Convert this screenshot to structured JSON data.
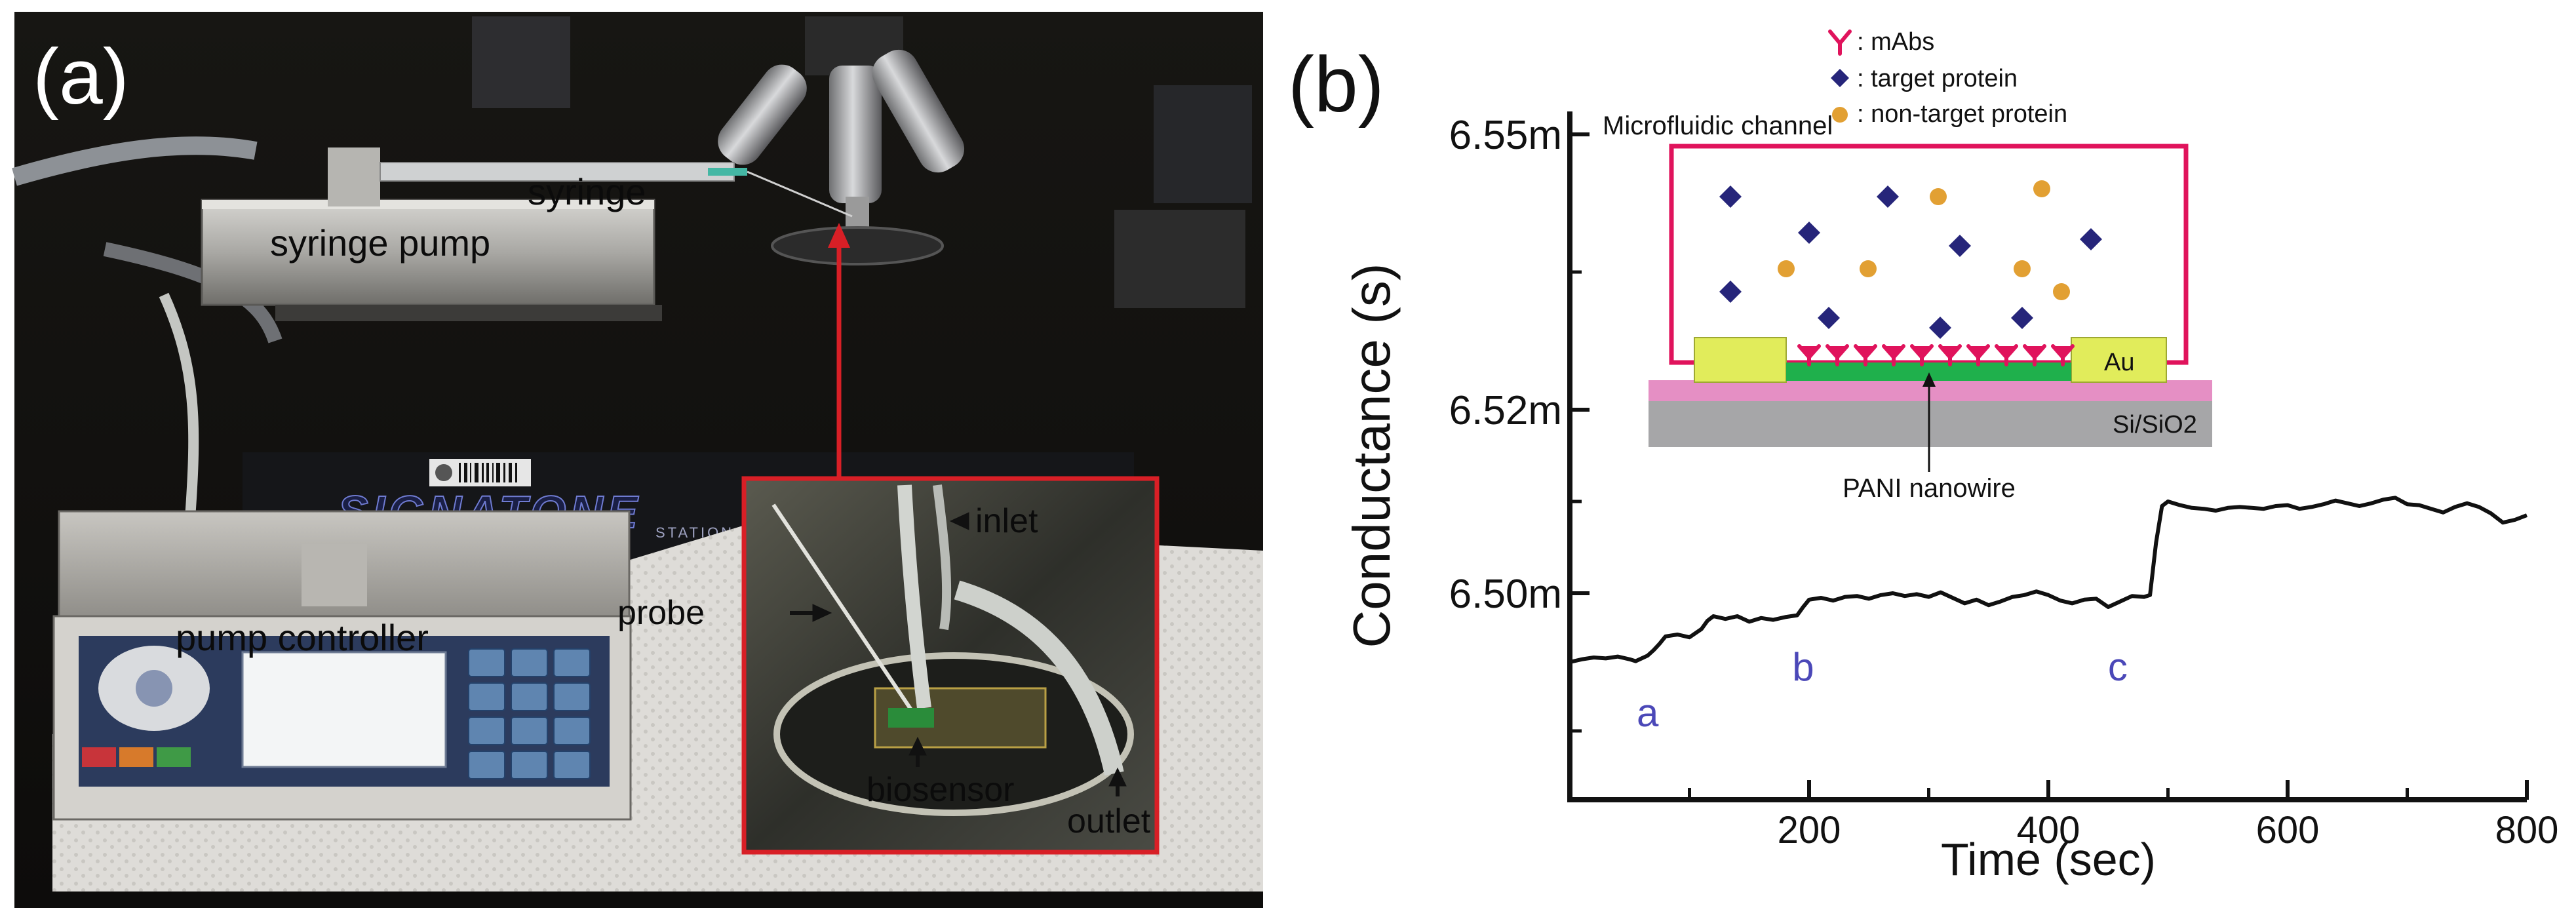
{
  "colors": {
    "frame_red": "#d81f26",
    "letter_blue": "#4b48b8",
    "diamond_navy": "#26257a",
    "dot_orange": "#e2a033",
    "antibody_magenta": "#e0135c",
    "au_yellow": "#e1ec5b",
    "nanowire_green": "#1fb04c",
    "oxide_pink": "#e58fc4",
    "substrate_gray": "#a6a6a8"
  },
  "photo": {
    "panel_label": "(a)",
    "labels": {
      "syringe": "syringe",
      "syringe_pump": "syringe pump",
      "pump_controller": "pump controller",
      "probe": "probe",
      "inlet": "inlet",
      "biosensor": "biosensor",
      "outlet": "outlet",
      "brand": "SIGNATONE",
      "brand_sub": "STATION"
    },
    "icons": [
      "arrow-icon",
      "keypad-icon"
    ]
  },
  "schematic": {
    "title": "Microfluidic channel",
    "legend": [
      {
        "marker": "antibody-icon",
        "text": ": mAbs"
      },
      {
        "marker": "diamond-icon",
        "text": ": target protein"
      },
      {
        "marker": "dot-icon",
        "text": ": non-target protein"
      }
    ],
    "au_label": "Au",
    "substrate_label": "Si/SiO2",
    "nanowire_label": "PANI nanowire"
  },
  "chart_data": {
    "type": "line",
    "panel_label": "(b)",
    "xlabel": "Time (sec)",
    "ylabel": "Conductance (s)",
    "xlim": [
      0,
      800
    ],
    "ylim": [
      6.4775,
      6.5525
    ],
    "xticks": [
      200,
      400,
      600,
      800
    ],
    "xtick_labels": [
      "200",
      "400",
      "600",
      "800"
    ],
    "yticks": [
      6.5,
      6.52,
      6.55
    ],
    "ytick_labels": [
      "6.50m",
      "6.52m",
      "6.55m"
    ],
    "minor_yticks": [
      6.485,
      6.51,
      6.535
    ],
    "grid": false,
    "annotations": [
      {
        "text": "a",
        "x": 65,
        "y": 6.4855
      },
      {
        "text": "b",
        "x": 195,
        "y": 6.4905
      },
      {
        "text": "c",
        "x": 458,
        "y": 6.4905
      }
    ],
    "series": [
      {
        "x": [
          0,
          10,
          20,
          30,
          40,
          50,
          55,
          60,
          65,
          70,
          75,
          80,
          90,
          100,
          110,
          115,
          120,
          130,
          140,
          150,
          160,
          170,
          180,
          190,
          195,
          200,
          210,
          220,
          230,
          240,
          250,
          260,
          270,
          280,
          290,
          300,
          310,
          320,
          330,
          340,
          350,
          360,
          370,
          380,
          390,
          400,
          410,
          420,
          430,
          440,
          450,
          460,
          470,
          480,
          485,
          490,
          495,
          500,
          510,
          520,
          530,
          540,
          550,
          560,
          570,
          580,
          590,
          600,
          610,
          620,
          630,
          640,
          650,
          660,
          670,
          680,
          690,
          700,
          710,
          720,
          730,
          740,
          750,
          760,
          770,
          780,
          790,
          800
        ],
        "y": [
          6.4925,
          6.4928,
          6.493,
          6.4929,
          6.4931,
          6.4928,
          6.4926,
          6.4929,
          6.4932,
          6.4938,
          6.4945,
          6.4953,
          6.4955,
          6.4952,
          6.4961,
          6.497,
          6.4975,
          6.4972,
          6.4975,
          6.4969,
          6.4973,
          6.4971,
          6.4974,
          6.4976,
          6.4985,
          6.4993,
          6.4995,
          6.4992,
          6.4996,
          6.4997,
          6.4994,
          6.4998,
          6.5,
          6.4997,
          6.4999,
          6.4996,
          6.5001,
          6.4995,
          6.4989,
          6.4993,
          6.4987,
          6.4991,
          6.4996,
          6.4998,
          6.5002,
          6.4998,
          6.4992,
          6.4989,
          6.4993,
          6.4994,
          6.4985,
          6.4991,
          6.4997,
          6.4996,
          6.4998,
          6.5055,
          6.5095,
          6.51,
          6.5096,
          6.5093,
          6.5092,
          6.509,
          6.5093,
          6.5094,
          6.5093,
          6.5092,
          6.5095,
          6.5096,
          6.5092,
          6.5094,
          6.5097,
          6.5101,
          6.5098,
          6.5095,
          6.5098,
          6.5102,
          6.5104,
          6.5097,
          6.5096,
          6.5092,
          6.5088,
          6.5094,
          6.5098,
          6.5094,
          6.5087,
          6.5077,
          6.508,
          6.5085
        ]
      }
    ]
  }
}
